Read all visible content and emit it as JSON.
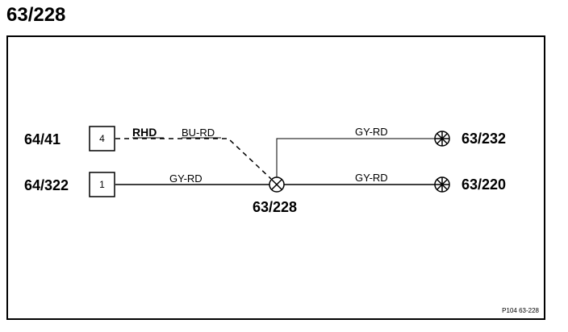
{
  "title": "63/228",
  "connectors": {
    "top_left": {
      "label": "64/41",
      "pin": "4"
    },
    "bottom_left": {
      "label": "64/322",
      "pin": "1"
    }
  },
  "splice": {
    "label": "63/228"
  },
  "terminals": {
    "upper": {
      "label": "63/232"
    },
    "lower": {
      "label": "63/220"
    }
  },
  "wires": {
    "rhd": "RHD",
    "bu_rd": "BU-RD",
    "gy_rd_left": "GY-RD",
    "gy_rd_upper": "GY-RD",
    "gy_rd_lower": "GY-RD"
  },
  "reference": "P104 63-228"
}
